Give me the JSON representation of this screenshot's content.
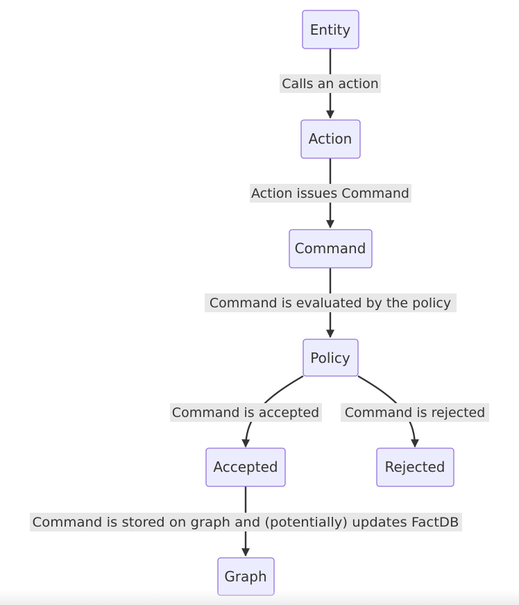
{
  "diagram": {
    "type": "flowchart",
    "colors": {
      "node_fill": "#ECECFF",
      "node_stroke": "#9370DB",
      "edge": "#333333",
      "edge_label_bg": "#E8E8E8",
      "text": "#333333"
    },
    "nodes": {
      "entity": "Entity",
      "action": "Action",
      "command": "Command",
      "policy": "Policy",
      "accepted": "Accepted",
      "rejected": "Rejected",
      "graph": "Graph"
    },
    "edges": {
      "entity_action": "Calls an action",
      "action_command": "Action issues Command",
      "command_policy": "Command is evaluated by the policy",
      "policy_accepted": "Command is accepted",
      "policy_rejected": "Command is rejected",
      "accepted_graph": "Command is stored on graph and (potentially) updates FactDB"
    }
  }
}
